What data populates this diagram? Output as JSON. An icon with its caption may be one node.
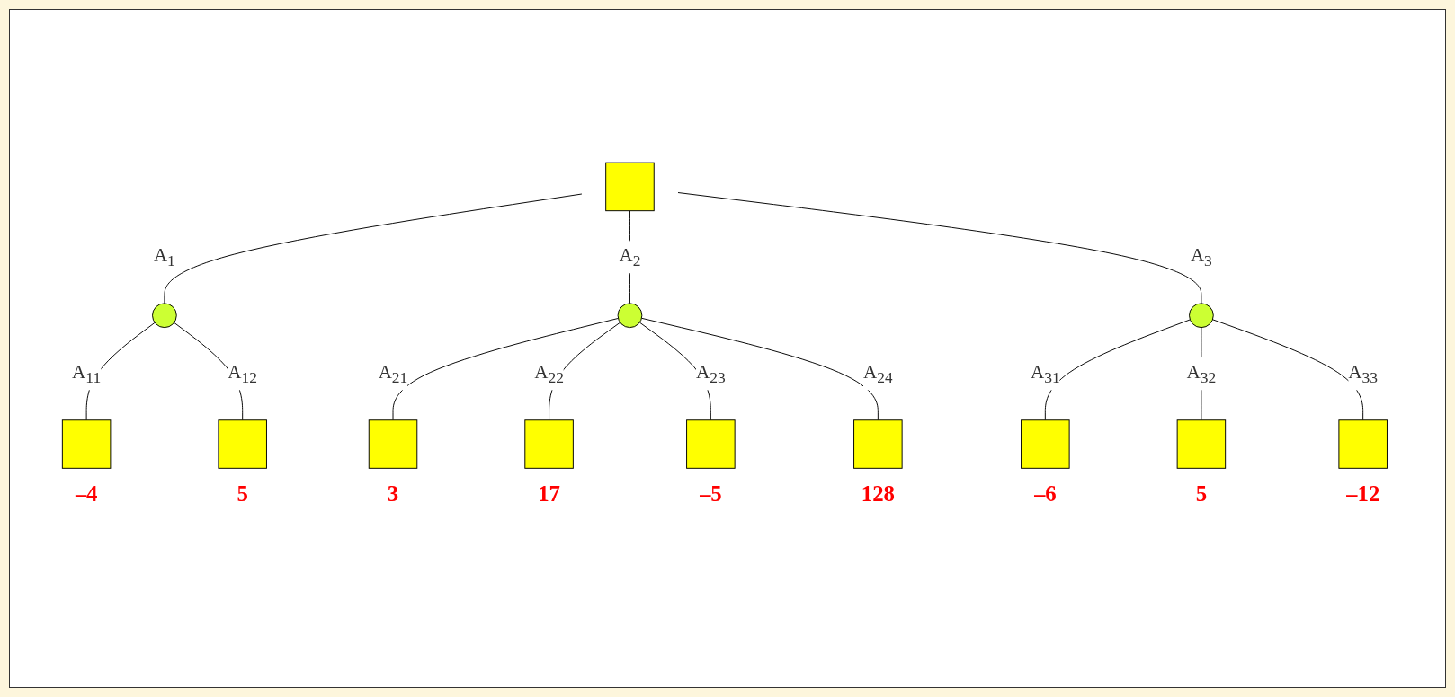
{
  "diagram": {
    "nodes": [
      {
        "text": [],
        "shape": "box"
      },
      {
        "text": [],
        "shape": "circle"
      },
      {
        "text": [],
        "shape": "circle"
      },
      {
        "text": [],
        "shape": "circle"
      },
      {
        "text": [],
        "shape": "box",
        "beside": [
          "–4"
        ]
      },
      {
        "text": [],
        "shape": "box",
        "beside": [
          "5"
        ]
      },
      {
        "text": [],
        "shape": "box",
        "beside": [
          "3"
        ]
      },
      {
        "text": [],
        "shape": "box",
        "beside": [
          "17"
        ]
      },
      {
        "text": [],
        "shape": "box",
        "beside": [
          "–5"
        ]
      },
      {
        "text": [],
        "shape": "box",
        "beside": [
          "128"
        ]
      },
      {
        "text": [],
        "shape": "box",
        "beside": [
          "–6"
        ]
      },
      {
        "text": [],
        "shape": "box",
        "beside": [
          "5"
        ]
      },
      {
        "text": [],
        "shape": "box",
        "beside": [
          "–12"
        ]
      }
    ],
    "edges": [
      {
        "from": 0,
        "to": 1,
        "arrow": "none",
        "label": "A$_{1}$"
      },
      {
        "from": 0,
        "to": 2,
        "arrow": "none",
        "label": "A$_{2}$"
      },
      {
        "from": 0,
        "to": 3,
        "arrow": "none",
        "label": "A$_{3}$"
      },
      {
        "from": 1,
        "to": 4,
        "arrow": "none",
        "label": "A$_{11}$"
      },
      {
        "from": 1,
        "to": 5,
        "arrow": "none",
        "label": "A$_{12}$"
      },
      {
        "from": 2,
        "to": 6,
        "arrow": "none",
        "label": "A$_{21}$"
      },
      {
        "from": 2,
        "to": 7,
        "arrow": "none",
        "label": "A$_{22}$"
      },
      {
        "from": 2,
        "to": 8,
        "arrow": "none",
        "label": "A$_{23}$"
      },
      {
        "from": 2,
        "to": 9,
        "arrow": "none",
        "label": "A$_{24}$"
      },
      {
        "from": 3,
        "to": 10,
        "arrow": "none",
        "label": "A$_{31}$"
      },
      {
        "from": 3,
        "to": 11,
        "arrow": "none",
        "label": "A$_{32}$"
      },
      {
        "from": 3,
        "to": 12,
        "arrow": "none",
        "label": "A$_{33}$"
      }
    ]
  }
}
